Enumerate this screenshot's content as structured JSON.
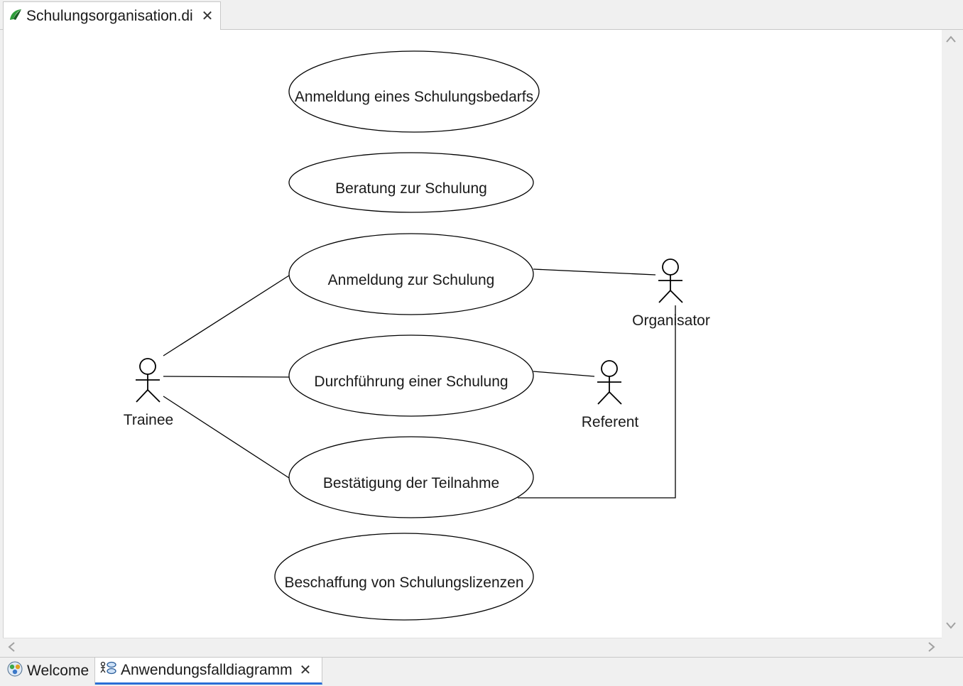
{
  "editor_tab": {
    "title": "Schulungsorganisation.di"
  },
  "diagram": {
    "use_cases": [
      {
        "id": "uc1",
        "label": "Anmeldung eines Schulungsbedarfs"
      },
      {
        "id": "uc2",
        "label": "Beratung zur Schulung"
      },
      {
        "id": "uc3",
        "label": "Anmeldung zur Schulung"
      },
      {
        "id": "uc4",
        "label": "Durchführung einer Schulung"
      },
      {
        "id": "uc5",
        "label": "Bestätigung der Teilnahme"
      },
      {
        "id": "uc6",
        "label": "Beschaffung von Schulungslizenzen"
      }
    ],
    "actors": [
      {
        "id": "trainee",
        "label": "Trainee"
      },
      {
        "id": "organisator",
        "label": "Organisator"
      },
      {
        "id": "referent",
        "label": "Referent"
      }
    ],
    "associations": [
      {
        "from": "trainee",
        "to": "uc3"
      },
      {
        "from": "trainee",
        "to": "uc4"
      },
      {
        "from": "trainee",
        "to": "uc5"
      },
      {
        "from": "organisator",
        "to": "uc3"
      },
      {
        "from": "organisator",
        "to": "uc5"
      },
      {
        "from": "referent",
        "to": "uc4"
      }
    ]
  },
  "bottom_tabs": {
    "welcome": "Welcome",
    "diagram": "Anwendungsfalldiagramm"
  }
}
